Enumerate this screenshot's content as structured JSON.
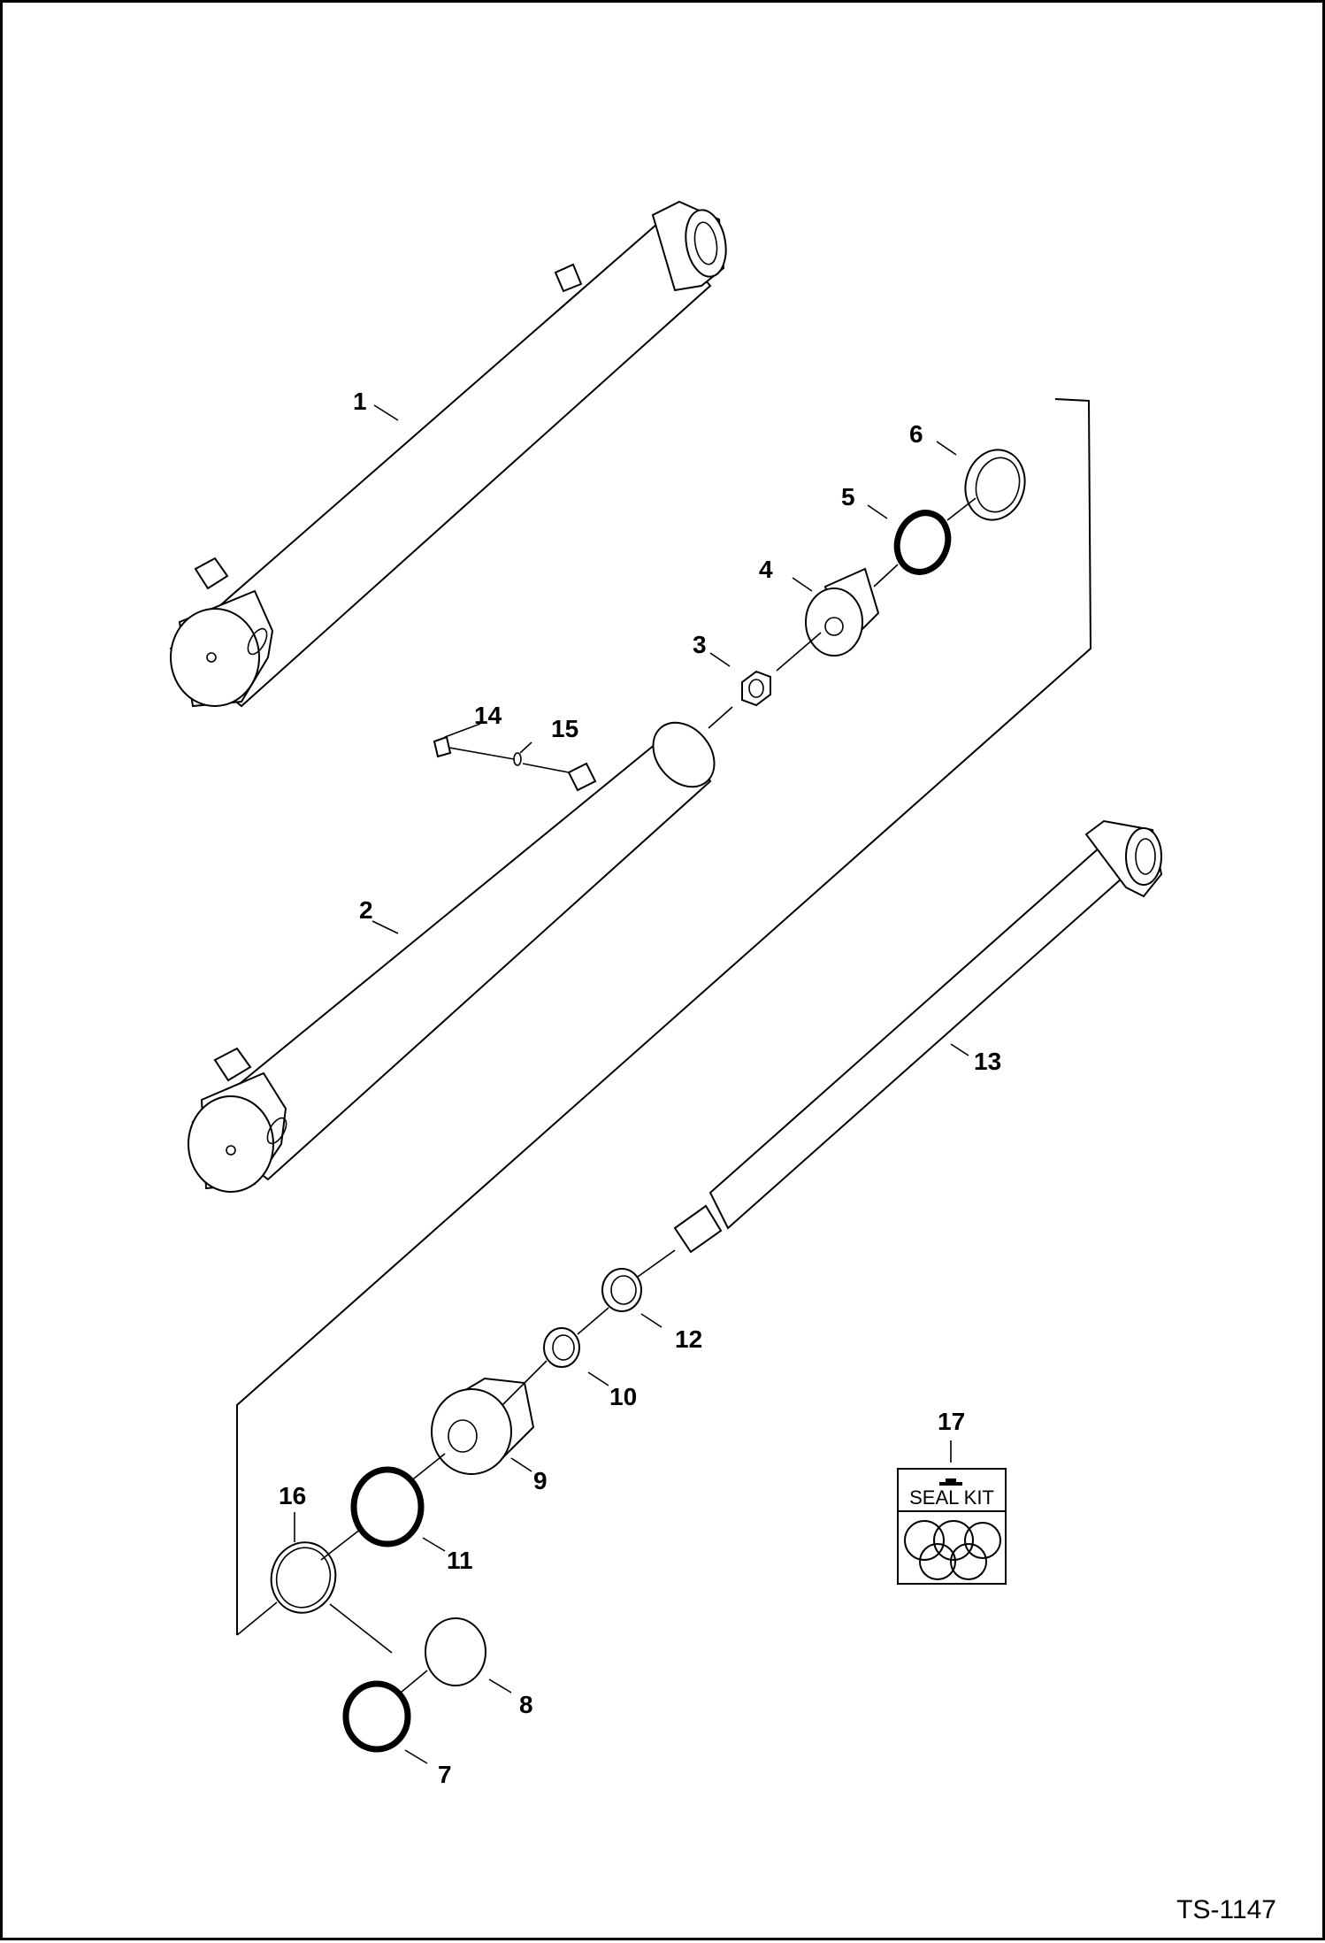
{
  "drawing_ref": "TS-1147",
  "callouts": [
    "1",
    "2",
    "3",
    "4",
    "5",
    "6",
    "7",
    "8",
    "9",
    "10",
    "11",
    "12",
    "13",
    "14",
    "15",
    "16",
    "17"
  ],
  "seal_kit_label": "SEAL KIT"
}
